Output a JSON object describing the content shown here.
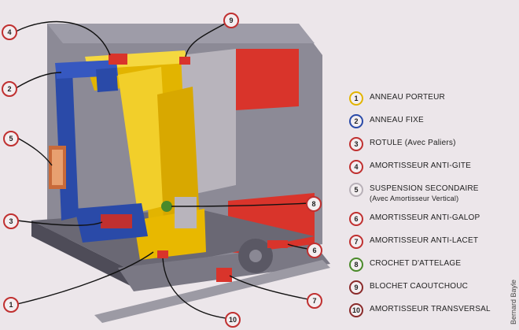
{
  "legend": [
    {
      "num": "1",
      "label": "ANNEAU PORTEUR",
      "sub": "",
      "color": "#e2b400"
    },
    {
      "num": "2",
      "label": "ANNEAU FIXE",
      "sub": "",
      "color": "#2a4aa8"
    },
    {
      "num": "3",
      "label": "ROTULE (Avec Paliers)",
      "sub": "",
      "color": "#c03030"
    },
    {
      "num": "4",
      "label": "AMORTISSEUR ANTI-GITE",
      "sub": "",
      "color": "#c03030"
    },
    {
      "num": "5",
      "label": "SUSPENSION SECONDAIRE",
      "sub": "(Avec Amortisseur Vertical)",
      "color": "#b8b0b8"
    },
    {
      "num": "6",
      "label": "AMORTISSEUR ANTI-GALOP",
      "sub": "",
      "color": "#c03030"
    },
    {
      "num": "7",
      "label": "AMORTISSEUR ANTI-LACET",
      "sub": "",
      "color": "#c03030"
    },
    {
      "num": "8",
      "label": "CROCHET D'ATTELAGE",
      "sub": "",
      "color": "#4a8a2a"
    },
    {
      "num": "9",
      "label": "BLOCHET CAOUTCHOUC",
      "sub": "",
      "color": "#8a2a2a"
    },
    {
      "num": "10",
      "label": "AMORTISSEUR TRANSVERSAL",
      "sub": "",
      "color": "#8a2a2a"
    }
  ],
  "callouts": [
    "4",
    "9",
    "2",
    "5",
    "3",
    "8",
    "6",
    "7",
    "1",
    "10"
  ],
  "credit": "Bernard Bayle"
}
